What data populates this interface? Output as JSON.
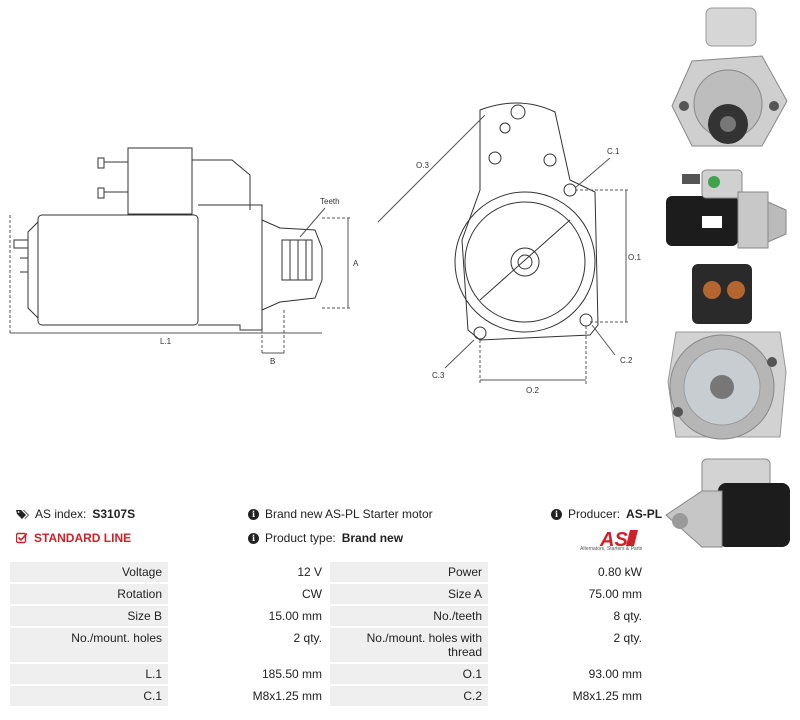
{
  "drawing_labels": {
    "teeth": "Teeth",
    "a": "A",
    "l1": "L.1",
    "b": "B",
    "o3": "O.3",
    "c1": "C.1",
    "o1": "O.1",
    "c2": "C.2",
    "c3": "C.3",
    "o2": "O.2"
  },
  "info": {
    "as_index_label": "AS index:",
    "as_index_value": "S3107S",
    "standard_line": "STANDARD LINE",
    "description": "Brand new AS-PL Starter motor",
    "product_type_label": "Product type:",
    "product_type_value": "Brand new",
    "producer_label": "Producer:",
    "producer_value": "AS-PL",
    "logo_text": "AS",
    "logo_subtitle": "Alternators, Starters & Parts"
  },
  "specs": [
    {
      "l1": "Voltage",
      "v1": "12 V",
      "l2": "Power",
      "v2": "0.80 kW"
    },
    {
      "l1": "Rotation",
      "v1": "CW",
      "l2": "Size A",
      "v2": "75.00 mm"
    },
    {
      "l1": "Size B",
      "v1": "15.00 mm",
      "l2": "No./teeth",
      "v2": "8 qty."
    },
    {
      "l1": "No./mount. holes",
      "v1": "2 qty.",
      "l2": "No./mount. holes with thread",
      "v2": "2 qty."
    },
    {
      "l1": "L.1",
      "v1": "185.50 mm",
      "l2": "O.1",
      "v2": "93.00 mm"
    },
    {
      "l1": "C.1",
      "v1": "M8x1.25 mm",
      "l2": "C.2",
      "v2": "M8x1.25 mm"
    }
  ],
  "colors": {
    "accent_red": "#d0202a",
    "table_label_bg": "#efefef"
  }
}
